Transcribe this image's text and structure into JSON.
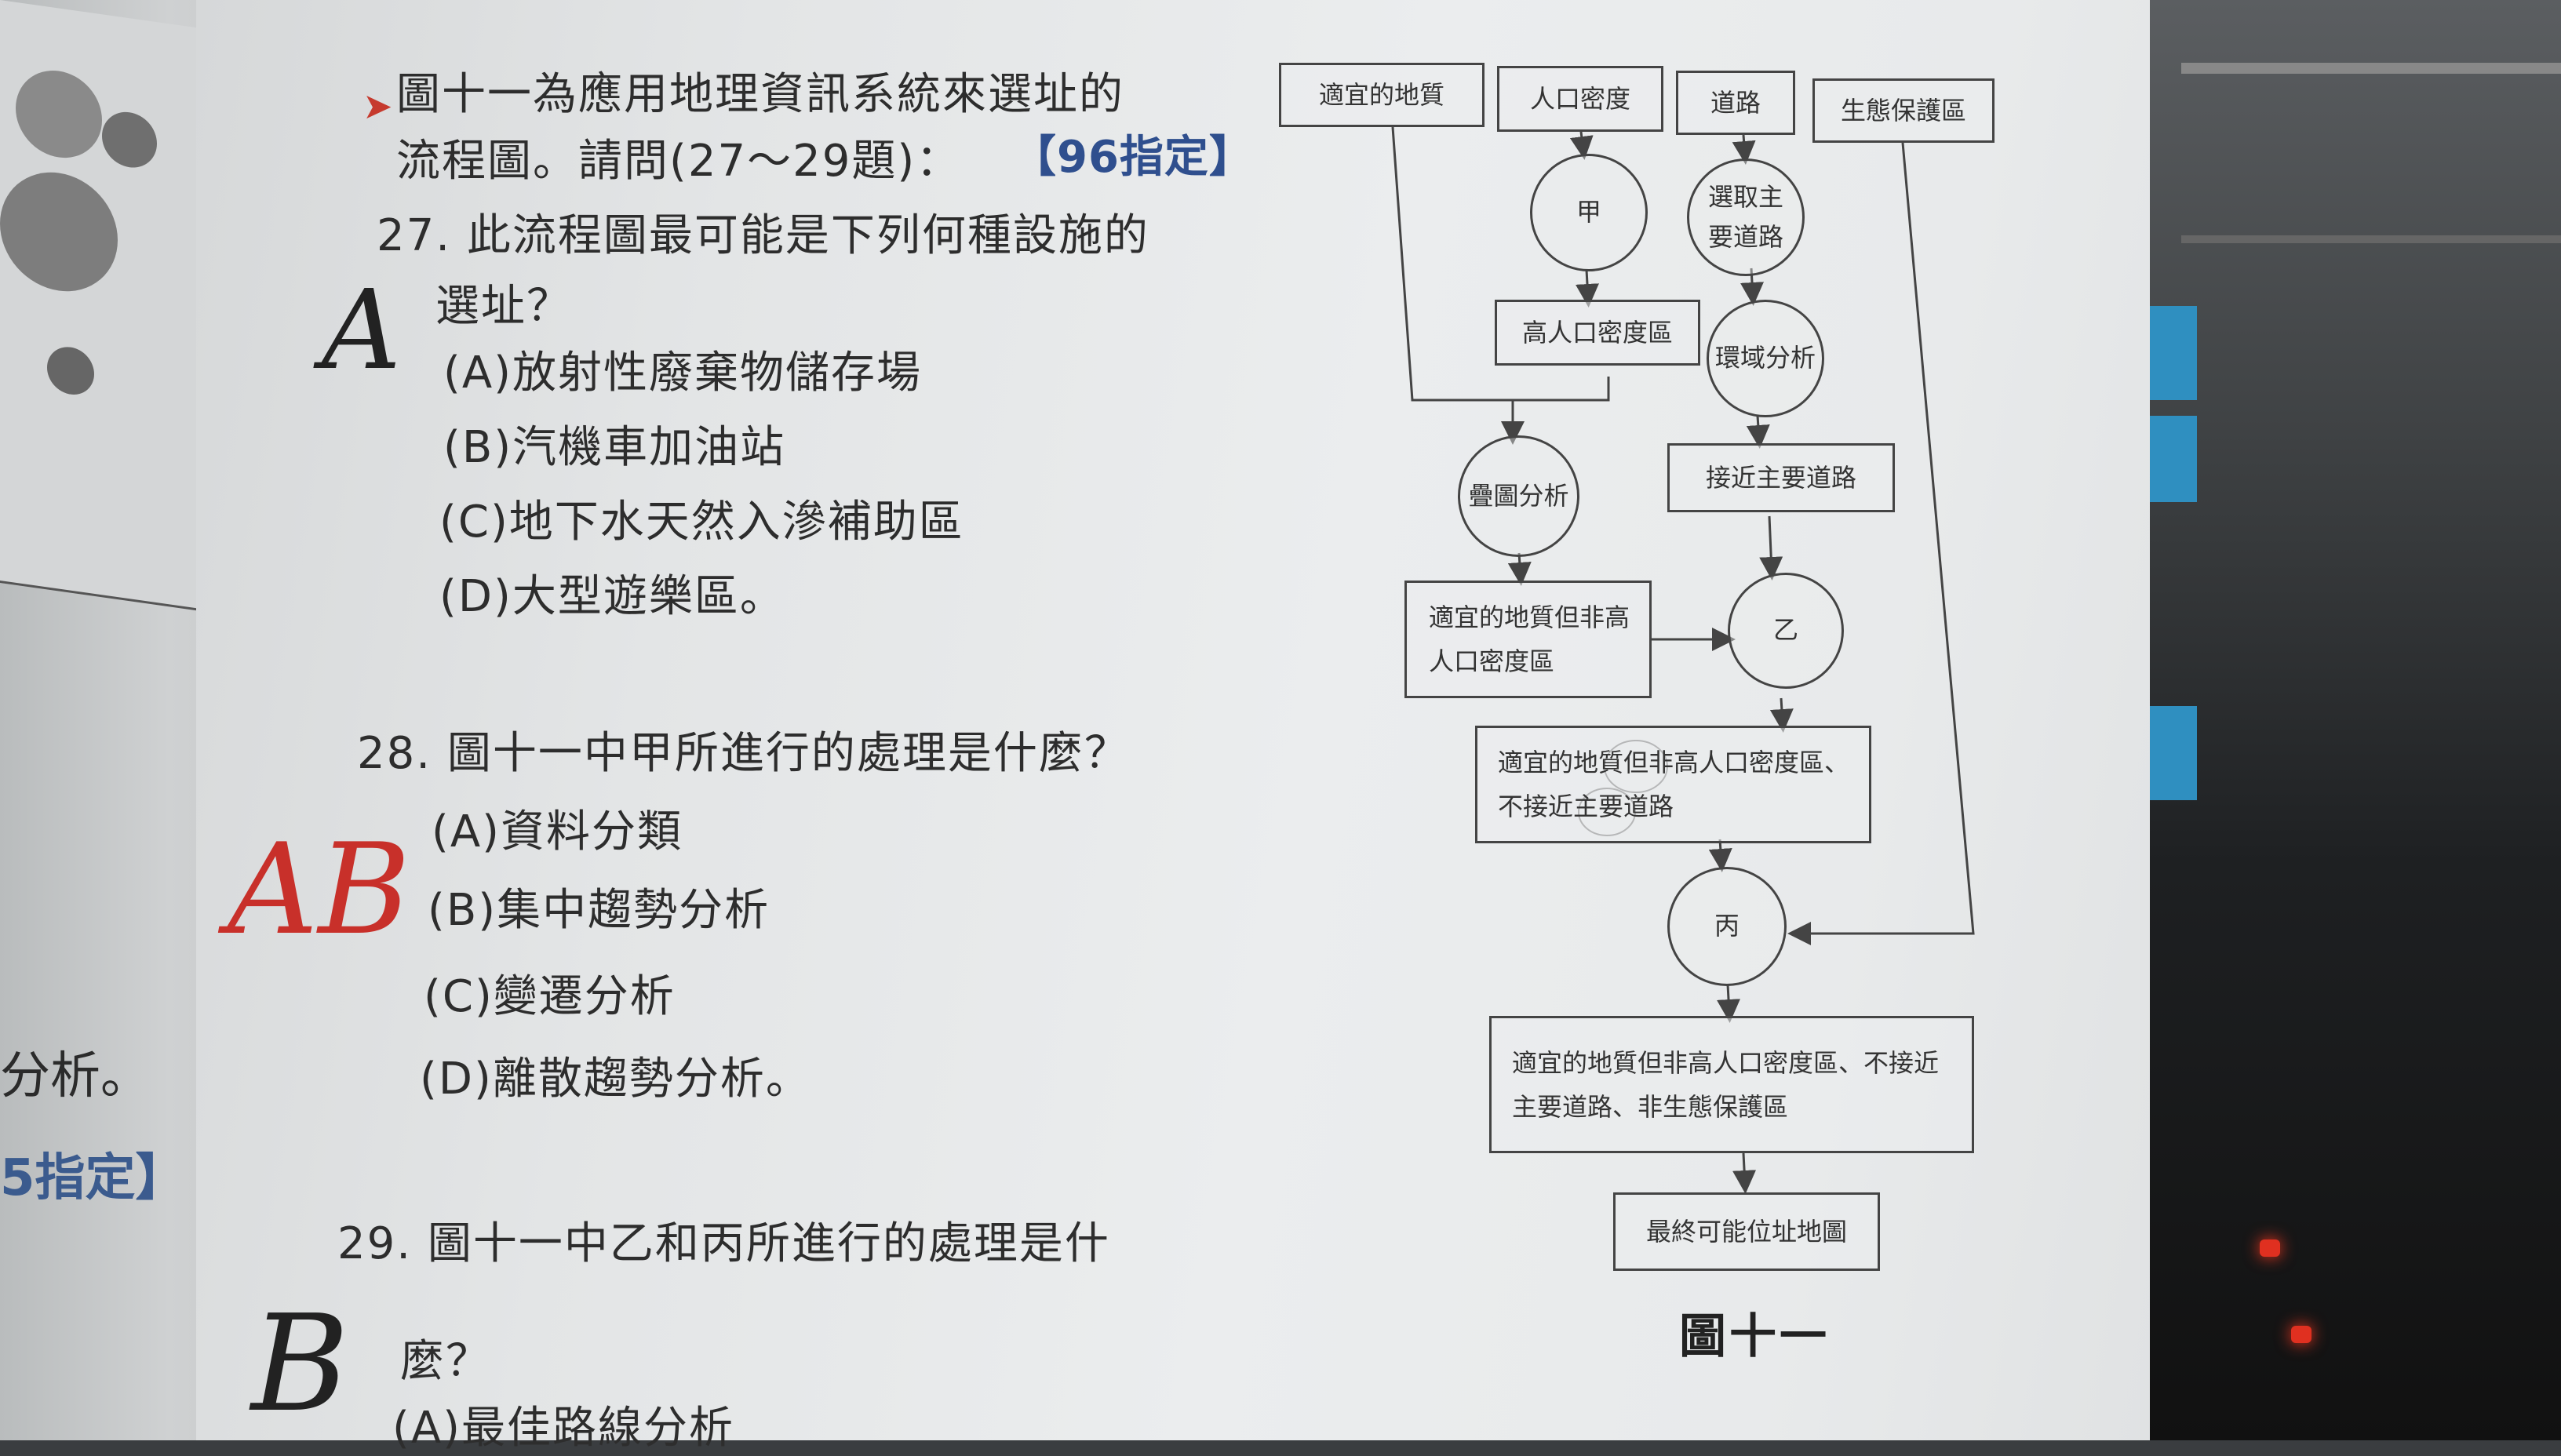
{
  "left_page": {
    "fragment_1": "分析。",
    "fragment_2": "5指定】"
  },
  "intro": {
    "line1": "圖十一為應用地理資訊系統來選址的",
    "line2": "流程圖。請問(27～29題)：",
    "ref": "【96指定】"
  },
  "q27": {
    "stem_1": "27. 此流程圖最可能是下列何種設施的",
    "stem_2": "選址？",
    "options": [
      "(A)放射性廢棄物儲存場",
      "(B)汽機車加油站",
      "(C)地下水天然入滲補助區",
      "(D)大型遊樂區。"
    ],
    "handwritten_answer": "A"
  },
  "q28": {
    "stem": "28. 圖十一中甲所進行的處理是什麼？",
    "options": [
      "(A)資料分類",
      "(B)集中趨勢分析",
      "(C)變遷分析",
      "(D)離散趨勢分析。"
    ],
    "handwritten_answer": "AB"
  },
  "q29": {
    "stem_1": "29. 圖十一中乙和丙所進行的處理是什",
    "stem_2": "麼？",
    "option_partial": "(A)最佳路線分析",
    "handwritten_answer": "B"
  },
  "diagram": {
    "top": [
      "適宜的地質",
      "人口密度",
      "道路",
      "生態保護區"
    ],
    "jia": "甲",
    "select_roads": "選取主要道路",
    "high_density": "高人口密度區",
    "buffer": "環域分析",
    "overlay": "疊圖分析",
    "near_roads": "接近主要道路",
    "suitable_not_high": "適宜的地質但非高人口密度區",
    "yi": "乙",
    "result_2": "適宜的地質但非高人口密度區、不接近主要道路",
    "bing": "丙",
    "result_3": "適宜的地質但非高人口密度區、不接近主要道路、非生態保護區",
    "final": "最終可能位址地圖",
    "caption": "圖十一"
  },
  "colors": {
    "text": "#2d2d2d",
    "ref_blue": "#2f4f8e",
    "pen_red": "#c8302a",
    "pen_black": "#222222"
  }
}
